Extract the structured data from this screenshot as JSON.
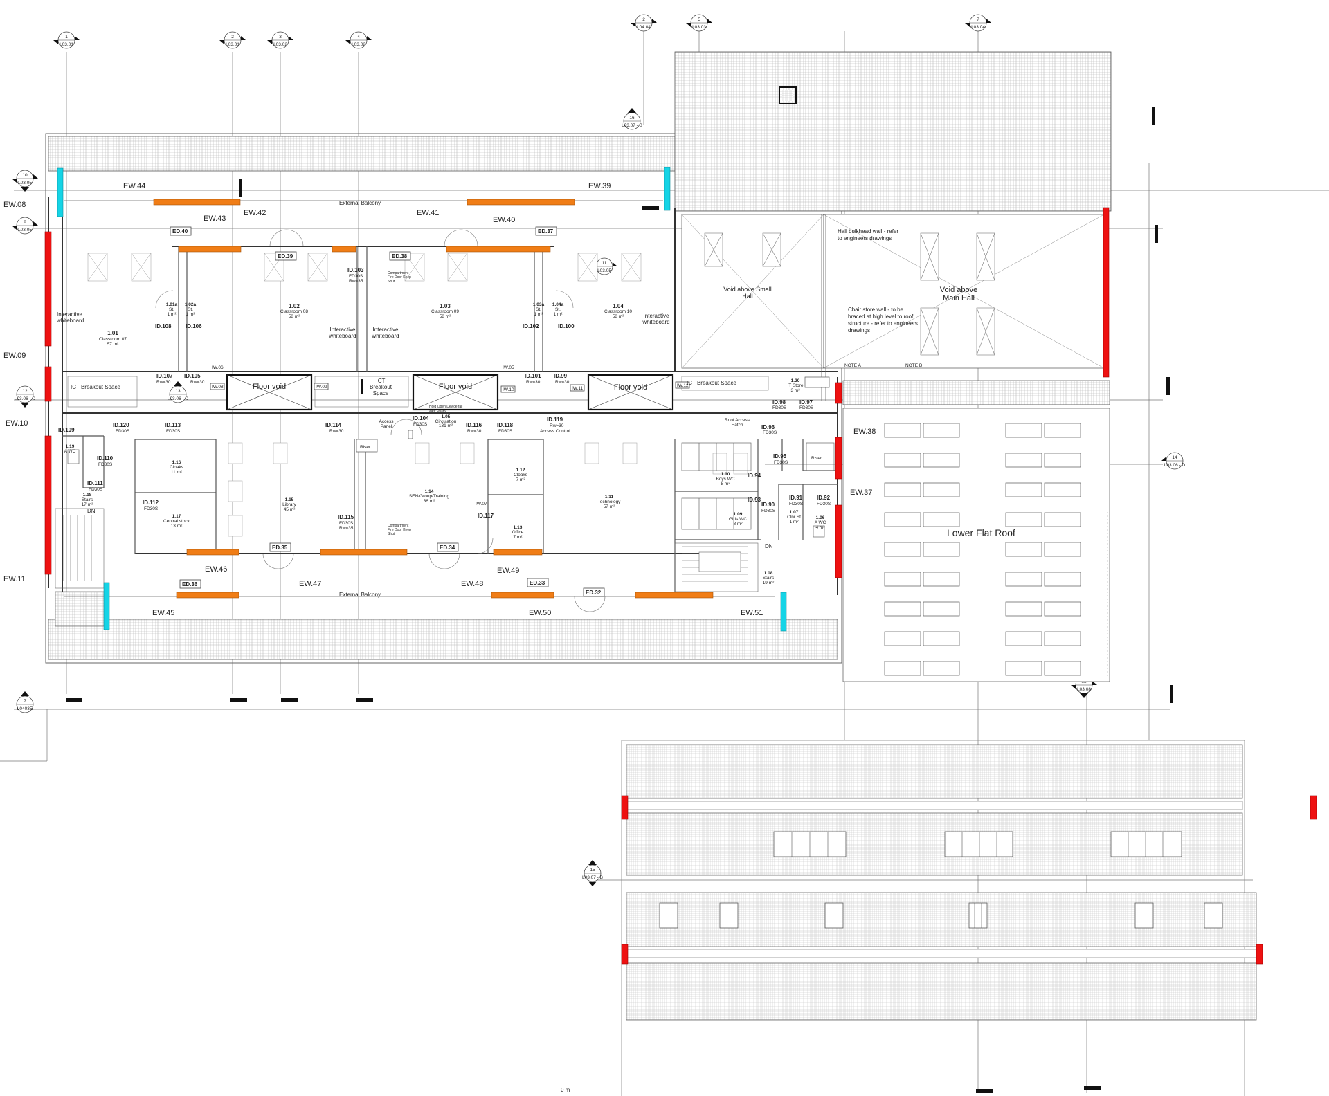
{
  "grid_bubbles": [
    {
      "num": "1",
      "ref": "L03.01"
    },
    {
      "num": "2",
      "ref": "L03.01"
    },
    {
      "num": "3",
      "ref": "L03.02"
    },
    {
      "num": "4",
      "ref": "L03.02"
    },
    {
      "num": "2",
      "ref": "L04.04"
    },
    {
      "num": "5",
      "ref": "L03.03"
    },
    {
      "num": "7",
      "ref": "L03.04"
    },
    {
      "num": "16",
      "ref": "L03.07 - B"
    },
    {
      "num": "10",
      "ref": "L03.05"
    },
    {
      "num": "9",
      "ref": "L03.05"
    },
    {
      "num": "11",
      "ref": "L03.05"
    },
    {
      "num": "12",
      "ref": "L03.06 - D"
    },
    {
      "num": "13",
      "ref": "L03.06 - D"
    },
    {
      "num": "14",
      "ref": "L03.06 - D"
    },
    {
      "num": "18",
      "ref": "L03.08"
    },
    {
      "num": "15",
      "ref": "L03.07 - B"
    },
    {
      "num": "7",
      "ref": "L0403E"
    }
  ],
  "external_walls": {
    "ew44": "EW.44",
    "ew39": "EW.39",
    "ew08": "EW.08",
    "ew43": "EW.43",
    "ew42": "EW.42",
    "ew41": "EW.41",
    "ew40": "EW.40",
    "ew09": "EW.09",
    "ew10": "EW.10",
    "ew11": "EW.11",
    "ew46": "EW.46",
    "ew47": "EW.47",
    "ew48": "EW.48",
    "ew49": "EW.49",
    "ew45": "EW.45",
    "ew50": "EW.50",
    "ew51": "EW.51",
    "ew38": "EW.38",
    "ew37": "EW.37"
  },
  "external_doors": {
    "ed40": "ED.40",
    "ed39": "ED.39",
    "ed38": "ED.38",
    "ed37": "ED.37",
    "ed35": "ED.35",
    "ed34": "ED.34",
    "ed36": "ED.36",
    "ed33": "ED.33",
    "ed32": "ED.32"
  },
  "balconies": {
    "north": "External Balcony",
    "south": "External Balcony"
  },
  "internal_walls": {
    "iw06": "IW.06",
    "iw08": "IW.08",
    "iw09": "IW.09",
    "iw05": "IW.05",
    "iw10": "IW.10",
    "iw11": "IW.11",
    "iw12": "IW.12",
    "iw07": "IW.07"
  },
  "internal_doors": {
    "id103": {
      "tag": "ID.103",
      "spec": "FD30S",
      "rating": "Rw=35"
    },
    "id108": {
      "tag": "ID.108"
    },
    "id106": {
      "tag": "ID.106"
    },
    "id102": {
      "tag": "ID.102"
    },
    "id100": {
      "tag": "ID.100"
    },
    "id107": {
      "tag": "ID.107",
      "rating": "Rw=30"
    },
    "id105": {
      "tag": "ID.105",
      "rating": "Rw=30"
    },
    "id101": {
      "tag": "ID.101",
      "rating": "Rw=30"
    },
    "id99": {
      "tag": "ID.99",
      "rating": "Rw=30"
    },
    "id109": {
      "tag": "ID.109"
    },
    "id120": {
      "tag": "ID.120",
      "spec": "FD30S"
    },
    "id113": {
      "tag": "ID.113",
      "spec": "FD30S"
    },
    "id104": {
      "tag": "ID.104",
      "spec": "FD30S"
    },
    "id114": {
      "tag": "ID.114",
      "rating": "Rw=30"
    },
    "id116": {
      "tag": "ID.116",
      "rating": "Rw=30"
    },
    "id118": {
      "tag": "ID.118",
      "spec": "FD30S"
    },
    "id119": {
      "tag": "ID.119",
      "rating": "Rw=30",
      "note": "Access Control"
    },
    "id110": {
      "tag": "ID.110",
      "spec": "FD30S"
    },
    "id111": {
      "tag": "ID.111",
      "spec": "FD30S"
    },
    "id112": {
      "tag": "ID.112",
      "spec": "FD30S"
    },
    "id115": {
      "tag": "ID.115",
      "spec": "FD30S",
      "rating": "Rw=35"
    },
    "id117": {
      "tag": "ID.117"
    },
    "id96": {
      "tag": "ID.96",
      "spec": "FD30S"
    },
    "id95": {
      "tag": "ID.95",
      "spec": "FD30S"
    },
    "id94": {
      "tag": "ID.94"
    },
    "id93": {
      "tag": "ID.93"
    },
    "id91": {
      "tag": "ID.91",
      "spec": "FD30S"
    },
    "id92": {
      "tag": "ID.92",
      "spec": "FD30S"
    },
    "id90": {
      "tag": "ID.90",
      "spec": "FD30S"
    },
    "id98": {
      "tag": "ID.98",
      "spec": "FD30S"
    },
    "id97": {
      "tag": "ID.97",
      "spec": "FD30S"
    }
  },
  "rooms": {
    "r101": {
      "num": "1.01",
      "name": "Classroom 07",
      "area": "57 m²"
    },
    "r102": {
      "num": "1.02",
      "name": "Classroom 08",
      "area": "58 m²"
    },
    "r103": {
      "num": "1.03",
      "name": "Classroom 09",
      "area": "58 m²"
    },
    "r104": {
      "num": "1.04",
      "name": "Classroom 10",
      "area": "58 m²"
    },
    "r101a": {
      "num": "1.01a",
      "name": "St.",
      "area": "1 m²"
    },
    "r102a": {
      "num": "1.02a",
      "name": "St.",
      "area": "1 m²"
    },
    "r103a": {
      "num": "1.03a",
      "name": "St.",
      "area": "1 m²"
    },
    "r104a": {
      "num": "1.04a",
      "name": "St.",
      "area": "1 m²"
    },
    "r105": {
      "num": "1.05",
      "name": "Circulation",
      "area": "131 m²"
    },
    "r116": {
      "num": "1.16",
      "name": "Cloaks",
      "area": "11 m²"
    },
    "r117": {
      "num": "1.17",
      "name": "Central stock",
      "area": "13 m²"
    },
    "r115": {
      "num": "1.15",
      "name": "Library",
      "area": "45 m²"
    },
    "r114": {
      "num": "1.14",
      "name": "SEN/Group/Training",
      "area": "36 m²"
    },
    "r112": {
      "num": "1.12",
      "name": "Cloaks",
      "area": "7 m²"
    },
    "r113": {
      "num": "1.13",
      "name": "Office",
      "area": "7 m²"
    },
    "r111": {
      "num": "1.11",
      "name": "Technology",
      "area": "57 m²"
    },
    "r119": {
      "num": "1.19",
      "name": "A WC",
      "area": ""
    },
    "r118": {
      "num": "1.18",
      "name": "Stairs",
      "area": "17 m²"
    },
    "r110": {
      "num": "1.10",
      "name": "Boys WC",
      "area": "8 m²"
    },
    "r109": {
      "num": "1.09",
      "name": "Girls WC",
      "area": "8 m²"
    },
    "r107": {
      "num": "1.07",
      "name": "Clnr St",
      "area": "1 m²"
    },
    "r106": {
      "num": "1.06",
      "name": "A WC",
      "area": "4 m²"
    },
    "r108": {
      "num": "1.08",
      "name": "Stairs",
      "area": "19 m²"
    },
    "r120": {
      "num": "1.20",
      "name": "IT Store",
      "area": "3 m²"
    }
  },
  "labels": {
    "iwb1": "Interactive whiteboard",
    "iwb2": "Interactive whiteboard",
    "iwb3": "Interactive whiteboard",
    "iwb4": "Interactive whiteboard",
    "ict1": "ICT  Breakout Space",
    "ict2": "ICT Breakout Space",
    "ict3": "ICT  Breakout Space",
    "void1": "Floor void",
    "void2": "Floor void",
    "void3": "Floor void",
    "void_small": "Void above Small Hall",
    "void_main": "Void above Main Hall",
    "bulkhead": "Hall bulkhead wall - refer to engineers drawings",
    "chairstore": "Chair store wall - to be braced at high level to roof structure - refer to engineers drawings",
    "note_a": "NOTE A",
    "note_b": "NOTE B",
    "roof_hatch": "Roof Access Hatch",
    "access_panel": "Access Panel",
    "riser": "Riser",
    "riser2": "Riser",
    "compartment1": "Compartment Fire Door Keep Shut",
    "compartment2": "Compartment Fire Door Keep Shut",
    "hold_open": "Hold Open Device fail safe closed",
    "dn1": "DN",
    "dn2": "DN",
    "lower_roof": "Lower Flat Roof",
    "scale": "0 m"
  }
}
